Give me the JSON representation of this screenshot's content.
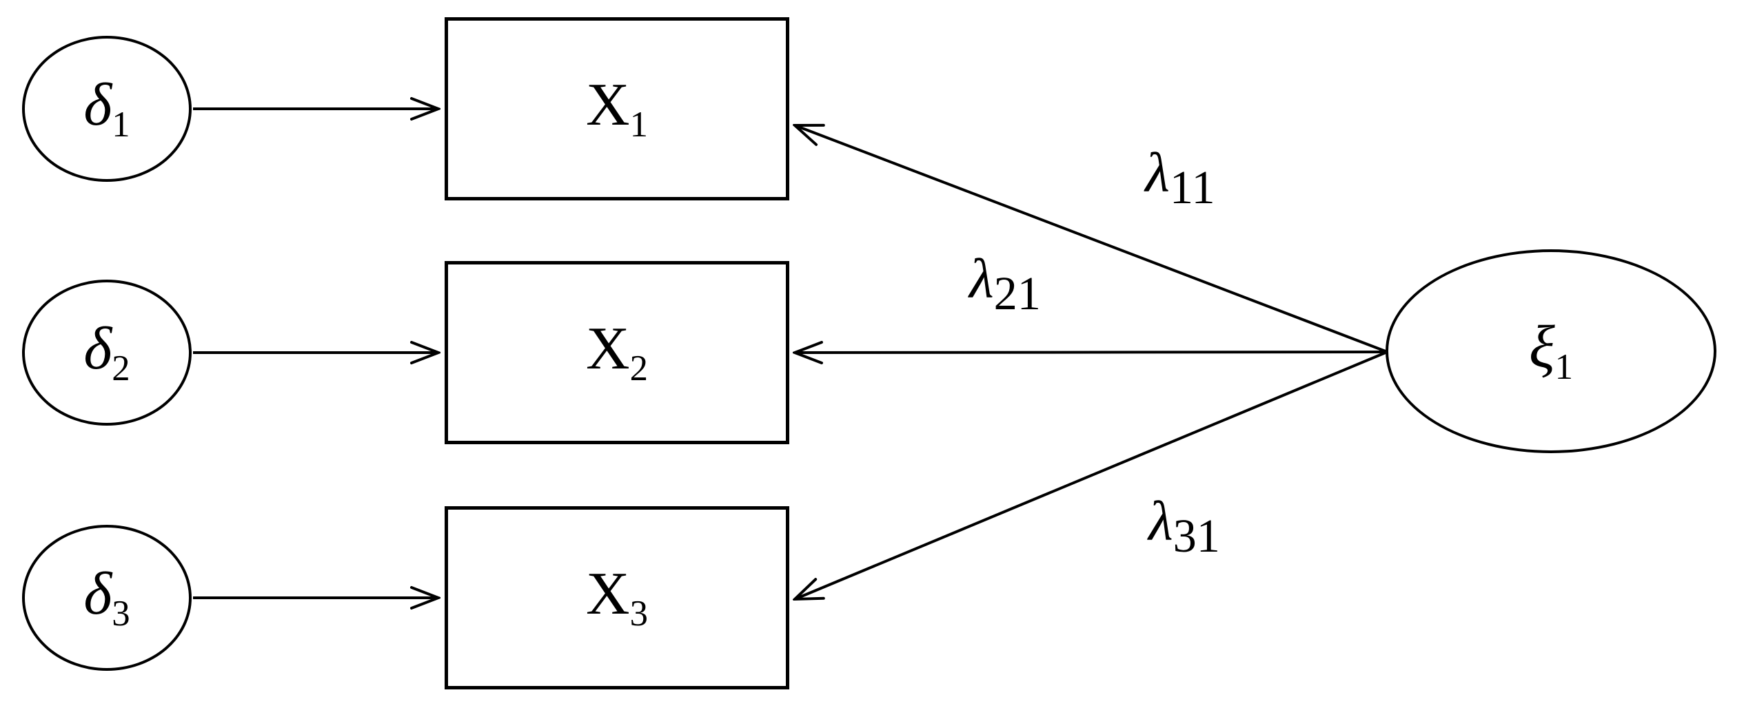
{
  "page": {
    "background_color": "#ffffff",
    "stroke_color": "#000000",
    "text_color": "#000000"
  },
  "diagram": {
    "kind": "confirmatory-factor-analysis-path-diagram",
    "latent": {
      "symbol": "ξ",
      "subscript": "1"
    },
    "observed": [
      {
        "symbol": "X",
        "subscript": "1"
      },
      {
        "symbol": "X",
        "subscript": "2"
      },
      {
        "symbol": "X",
        "subscript": "3"
      }
    ],
    "errors": [
      {
        "symbol": "δ",
        "subscript": "1"
      },
      {
        "symbol": "δ",
        "subscript": "2"
      },
      {
        "symbol": "δ",
        "subscript": "3"
      }
    ],
    "loadings": [
      {
        "symbol": "λ",
        "subscript": "11"
      },
      {
        "symbol": "λ",
        "subscript": "21"
      },
      {
        "symbol": "λ",
        "subscript": "31"
      }
    ],
    "edges": [
      {
        "from": "δ1",
        "to": "X1"
      },
      {
        "from": "δ2",
        "to": "X2"
      },
      {
        "from": "δ3",
        "to": "X3"
      },
      {
        "from": "ξ1",
        "to": "X1",
        "label": "λ11"
      },
      {
        "from": "ξ1",
        "to": "X2",
        "label": "λ21"
      },
      {
        "from": "ξ1",
        "to": "X3",
        "label": "λ31"
      }
    ]
  }
}
